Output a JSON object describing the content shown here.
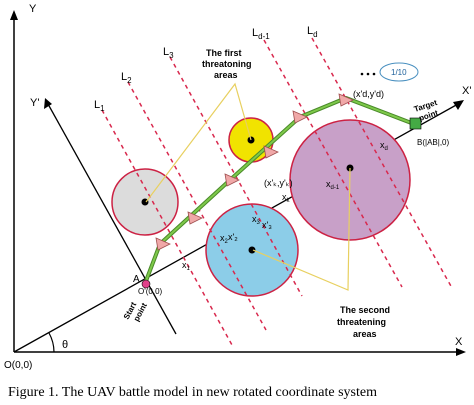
{
  "axes": {
    "y_label": "Y",
    "x_label": "X",
    "y_rot_label": "Y'",
    "x_rot_label": "X'",
    "origin_label": "O(0,0)",
    "angle_label": "θ"
  },
  "lines": [
    {
      "label": "L",
      "sub": "1"
    },
    {
      "label": "L",
      "sub": "2"
    },
    {
      "label": "L",
      "sub": "3"
    },
    {
      "label": "L",
      "sub": "d-1"
    },
    {
      "label": "L",
      "sub": "d"
    }
  ],
  "points": {
    "start_point_letter": "A",
    "start_origin": "O'(0,0)",
    "start_caption_line1": "Start",
    "start_caption_line2": "point",
    "target_caption_line1": "Target",
    "target_caption_line2": "point",
    "target_coord": "B(|AB|,0)"
  },
  "x_ticks": [
    {
      "base": "x",
      "sub": "1"
    },
    {
      "base": "x",
      "sub": "2"
    },
    {
      "base": "x",
      "sub": "3"
    },
    {
      "base": "x",
      "sub": "k"
    },
    {
      "base": "x",
      "sub": "d-1"
    },
    {
      "base": "x",
      "sub": "d"
    }
  ],
  "point_labels": {
    "x2_prime": "x'₂",
    "x3_prime": "x'₃",
    "xk_yk": "(x'ₖ,y'ₖ)",
    "xd_yd": "(x'd,y'd)"
  },
  "annotations": {
    "first_threat_line1": "The first",
    "first_threat_line2": "threatoning",
    "first_threat_line3": "areas",
    "second_threat_line1": "The second",
    "second_threat_line2": "threatening",
    "second_threat_line3": "areas",
    "scale_label": "1/10"
  },
  "caption": "Figure 1.    The UAV battle model in new rotated coordinate system",
  "colors": {
    "path": "#7ec94a",
    "path_dark": "#4a8a2a",
    "dashed_line": "#d8284d",
    "threat_gray": "#dcdcdc",
    "threat_yellow": "#f1e300",
    "threat_blue": "#8ccde8",
    "threat_purple": "#c8a0c8",
    "threat_border": "#cc2244",
    "arrow_fill": "#f0a8a8",
    "start_marker": "#e0408a",
    "target_marker": "#44aa44",
    "callout_line": "#e8d060"
  }
}
